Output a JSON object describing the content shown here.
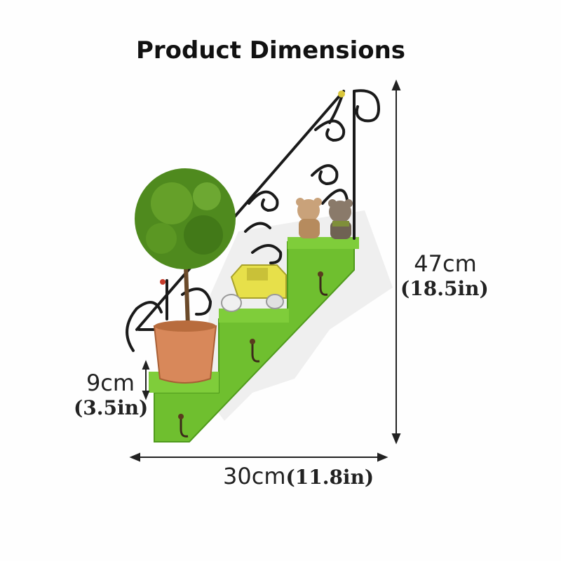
{
  "title": "Product Dimensions",
  "dimensions": {
    "height": {
      "metric": "47cm",
      "imperial": "(18.5in)"
    },
    "step": {
      "metric": "9cm",
      "imperial": "(3.5in)"
    },
    "width": {
      "metric": "30cm",
      "imperial": "(11.8in)"
    }
  },
  "colors": {
    "shelf": "#6fbf2f",
    "shelf_dark": "#57a321",
    "iron": "#1a1a1a",
    "pot": "#d8885a",
    "foliage": "#4f8a1e"
  }
}
